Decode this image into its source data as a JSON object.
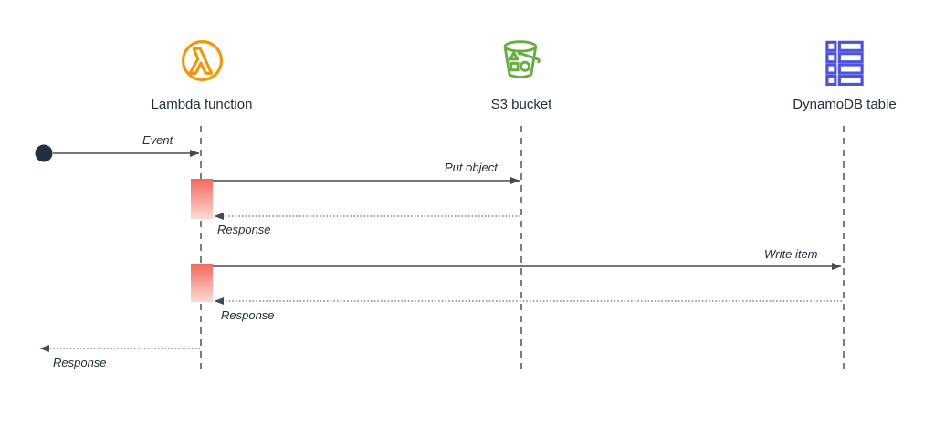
{
  "participants": [
    {
      "label": "Lambda function",
      "icon": "lambda-icon",
      "color": "#F79400"
    },
    {
      "label": "S3 bucket",
      "icon": "s3-bucket-icon",
      "color": "#67AE3E"
    },
    {
      "label": "DynamoDB table",
      "icon": "dynamodb-icon",
      "color": "#4C52E2"
    }
  ],
  "messages": [
    {
      "label": "Event",
      "from": "start",
      "to": "Lambda function",
      "style": "solid"
    },
    {
      "label": "Put object",
      "from": "Lambda function",
      "to": "S3 bucket",
      "style": "solid"
    },
    {
      "label": "Response",
      "from": "S3 bucket",
      "to": "Lambda function",
      "style": "dotted"
    },
    {
      "label": "Write item",
      "from": "Lambda function",
      "to": "DynamoDB table",
      "style": "solid"
    },
    {
      "label": "Response",
      "from": "DynamoDB table",
      "to": "Lambda function",
      "style": "dotted"
    },
    {
      "label": "Response",
      "from": "Lambda function",
      "to": "start",
      "style": "dotted"
    }
  ],
  "colors": {
    "text": "#232F3E",
    "line": "#434B56",
    "dotted_line": "#636E7B",
    "lifeline": "#3E4754",
    "start_node": "#232F3E",
    "activation_top": "#F2695C",
    "activation_bottom": "#FCDAD4"
  }
}
